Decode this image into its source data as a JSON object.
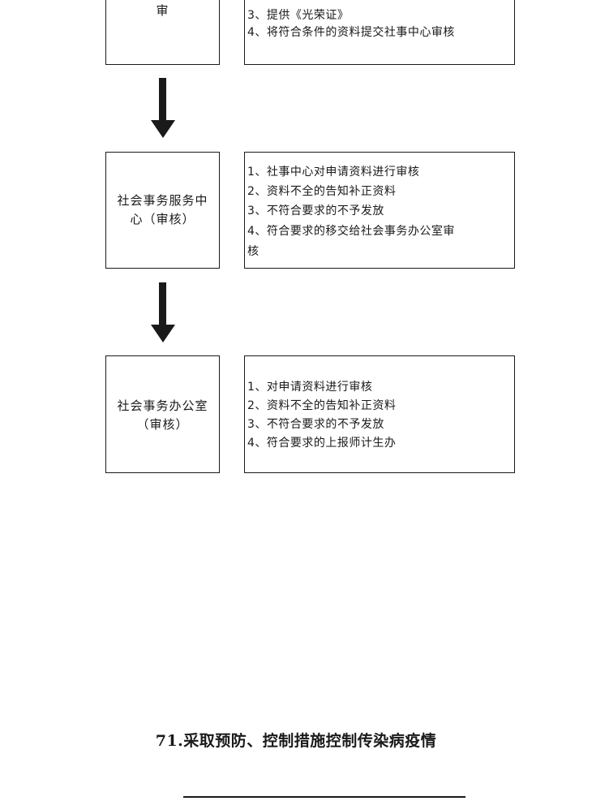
{
  "box1": {
    "left_label": "审",
    "lines": [
      "3、提供《光荣证》",
      "4、将符合条件的资料提交社事中心审核"
    ]
  },
  "box2": {
    "left_label_line1": "社会事务服务中",
    "left_label_line2": "心（审核）",
    "lines": [
      "1、社事中心对申请资料进行审核",
      "2、资料不全的告知补正资料",
      "3、不符合要求的不予发放",
      "4、符合要求的移交给社会事务办公室审",
      "核"
    ]
  },
  "box3": {
    "left_label_line1": "社会事务办公室",
    "left_label_line2": "（审核）",
    "lines": [
      "1、对申请资料进行审核",
      "2、资料不全的告知补正资料",
      "3、不符合要求的不予发放",
      "4、符合要求的上报师计生办"
    ]
  },
  "section_title": "71.采取预防、控制措施控制传染病疫情"
}
